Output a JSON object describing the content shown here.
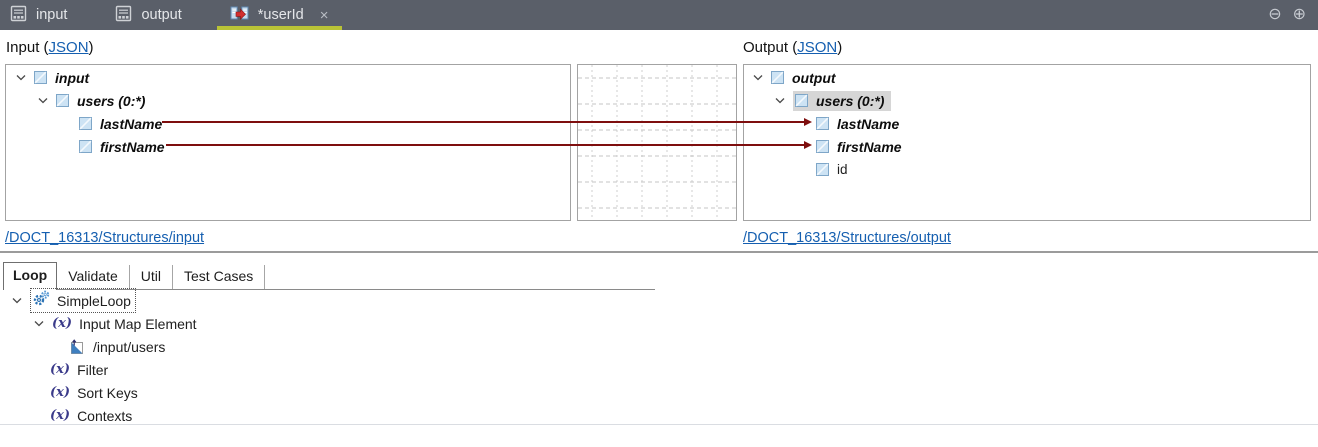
{
  "topbar": {
    "tabs": [
      {
        "label": "input"
      },
      {
        "label": "output"
      },
      {
        "label": "*userId",
        "active": true
      }
    ],
    "close_glyph": "×",
    "zoom_out_glyph": "⊖",
    "zoom_in_glyph": "⊕"
  },
  "colors": {
    "topbar_bg": "#5a5f69",
    "active_tab_underline": "#b9c336",
    "mapping_line": "#7e0e0e",
    "link_blue": "#155fb0",
    "selected_row_bg": "#d6d6d6"
  },
  "input_panel": {
    "heading_prefix": "Input (",
    "heading_link": "JSON",
    "heading_suffix": ")",
    "tree": {
      "root": "input",
      "child": "users (0:*)",
      "fields": [
        "lastName",
        "firstName"
      ]
    },
    "path_link": "/DOCT_16313/Structures/input"
  },
  "output_panel": {
    "heading_prefix": "Output (",
    "heading_link": "JSON",
    "heading_suffix": ")",
    "tree": {
      "root": "output",
      "child": "users (0:*)",
      "fields": [
        "lastName",
        "firstName",
        "id"
      ]
    },
    "path_link": "/DOCT_16313/Structures/output"
  },
  "mappings": [
    {
      "from": "lastName",
      "to": "lastName"
    },
    {
      "from": "firstName",
      "to": "firstName"
    }
  ],
  "bottom_tabs": [
    {
      "label": "Loop",
      "active": true
    },
    {
      "label": "Validate"
    },
    {
      "label": "Util"
    },
    {
      "label": "Test Cases"
    }
  ],
  "loop_tree": {
    "root": "SimpleLoop",
    "input_map_element": "Input Map Element",
    "input_map_path": "/input/users",
    "filter": "Filter",
    "sort_keys": "Sort Keys",
    "contexts": "Contexts"
  },
  "icons": {
    "x_glyph": "(x)"
  }
}
